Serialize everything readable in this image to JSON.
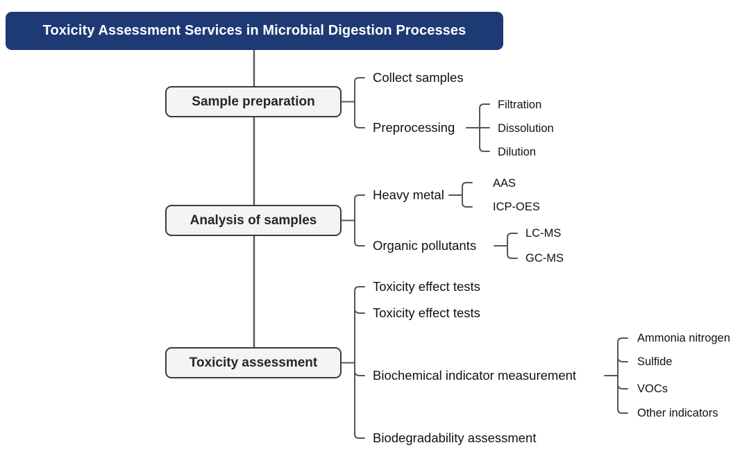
{
  "title": {
    "text": "Toxicity Assessment Services in Microbial Digestion Processes",
    "background_color": "#1E3A74",
    "text_color": "#FFFFFF"
  },
  "colors": {
    "node_fill": "#F4F4F4",
    "node_border": "#3A3A3A",
    "node_text": "#262626",
    "leaf_text": "#111111",
    "connector": "#555555",
    "trunk": "#555555",
    "page_background": "#FFFFFF"
  },
  "nodes": [
    {
      "id": "sample-preparation",
      "label": "Sample preparation",
      "children": [
        {
          "label": "Collect samples",
          "children": []
        },
        {
          "label": "Preprocessing",
          "children": [
            {
              "label": "Filtration"
            },
            {
              "label": "Dissolution"
            },
            {
              "label": "Dilution"
            }
          ]
        }
      ]
    },
    {
      "id": "analysis-of-samples",
      "label": "Analysis of samples",
      "children": [
        {
          "label": "Heavy metal",
          "children": [
            {
              "label": "AAS"
            },
            {
              "label": "ICP-OES"
            }
          ]
        },
        {
          "label": "Organic pollutants",
          "children": [
            {
              "label": "LC-MS"
            },
            {
              "label": "GC-MS"
            }
          ]
        }
      ]
    },
    {
      "id": "toxicity-assessment",
      "label": "Toxicity assessment",
      "children": [
        {
          "label": "Toxicity effect tests",
          "children": []
        },
        {
          "label": "Toxicity effect tests",
          "children": []
        },
        {
          "label": "Biochemical indicator measurement",
          "children": [
            {
              "label": "Ammonia nitrogen"
            },
            {
              "label": "Sulfide"
            },
            {
              "label": "VOCs"
            },
            {
              "label": "Other indicators"
            }
          ]
        },
        {
          "label": "Biodegradability assessment",
          "children": []
        }
      ]
    }
  ]
}
